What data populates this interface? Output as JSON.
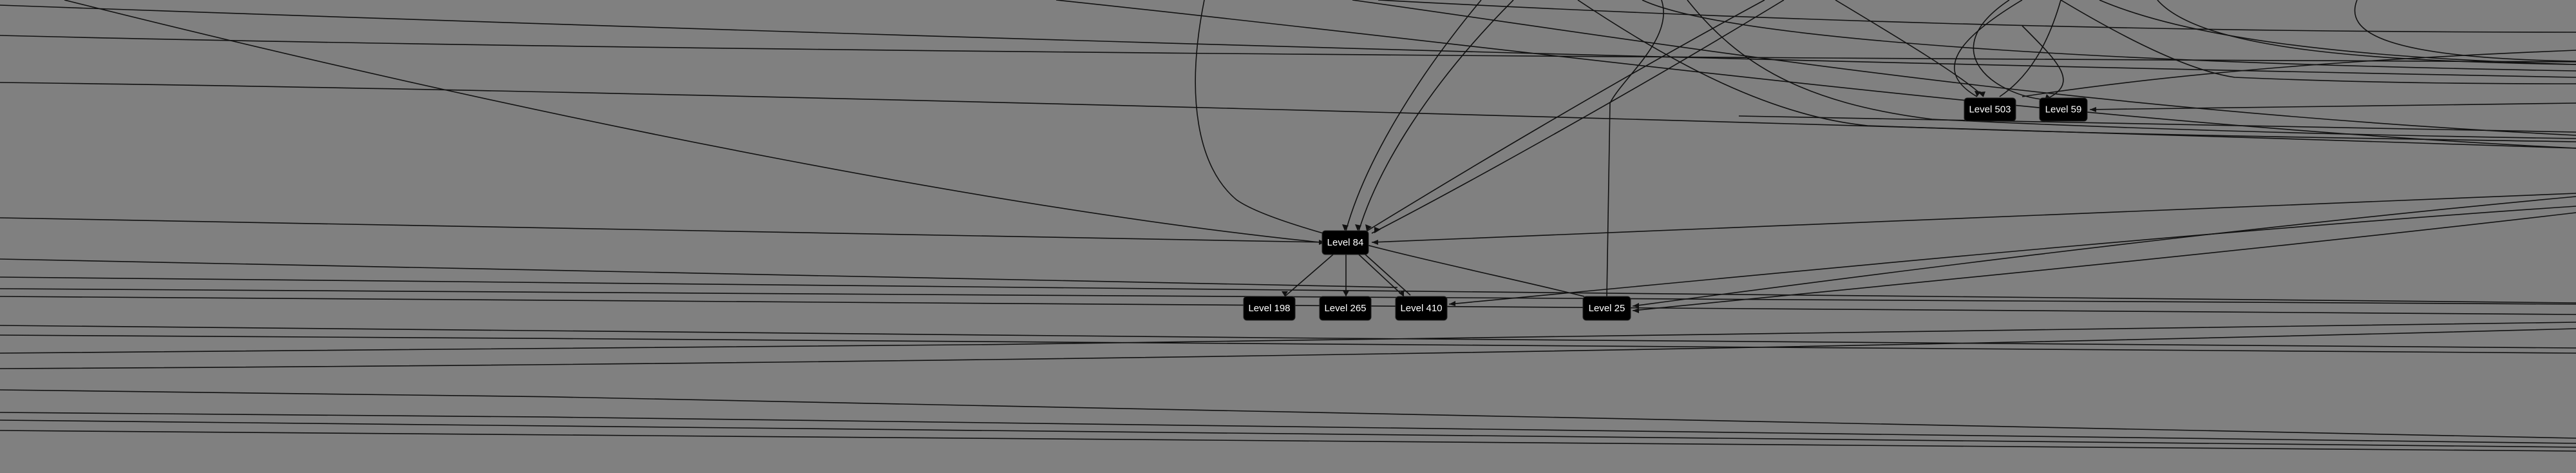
{
  "diagram": {
    "background": "#808080",
    "node_fill": "#000000",
    "node_text_color": "#ffffff",
    "edge_color": "#111111",
    "nodes": [
      {
        "id": "level84",
        "label": "Level 84"
      },
      {
        "id": "level198",
        "label": "Level 198"
      },
      {
        "id": "level265",
        "label": "Level 265"
      },
      {
        "id": "level410",
        "label": "Level 410"
      },
      {
        "id": "level25",
        "label": "Level 25"
      },
      {
        "id": "level503",
        "label": "Level 503"
      },
      {
        "id": "level59",
        "label": "Level 59"
      }
    ],
    "edges": [
      {
        "from": "level84",
        "to": "level198"
      },
      {
        "from": "level84",
        "to": "level265"
      },
      {
        "from": "level84",
        "to": "level410"
      },
      {
        "from": "level25",
        "to": "level84"
      }
    ]
  }
}
